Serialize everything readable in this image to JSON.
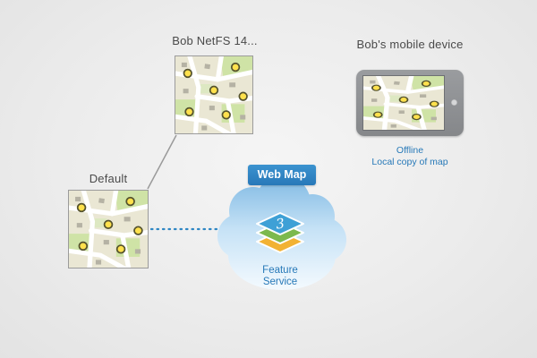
{
  "diagram": {
    "bob_map": {
      "label": "Bob NetFS 14..."
    },
    "default_map": {
      "label": "Default"
    },
    "mobile": {
      "title": "Bob's mobile device",
      "status_line1": "Offline",
      "status_line2": "Local copy of map"
    },
    "cloud": {
      "banner": "Web Map",
      "service_line1": "Feature",
      "service_line2": "Service",
      "layers_glyph": "3"
    }
  },
  "colors": {
    "accent_blue": "#2e86c4",
    "text_blue": "#2779b8",
    "label_gray": "#4a4a4a",
    "map_point_yellow": "#ffe14d",
    "layer_top_blue": "#3ea0d6",
    "layer_green": "#7cb94e",
    "layer_orange": "#f2b233",
    "cloud_top": "#7fb9e3",
    "cloud_bottom": "#f6fbff"
  }
}
